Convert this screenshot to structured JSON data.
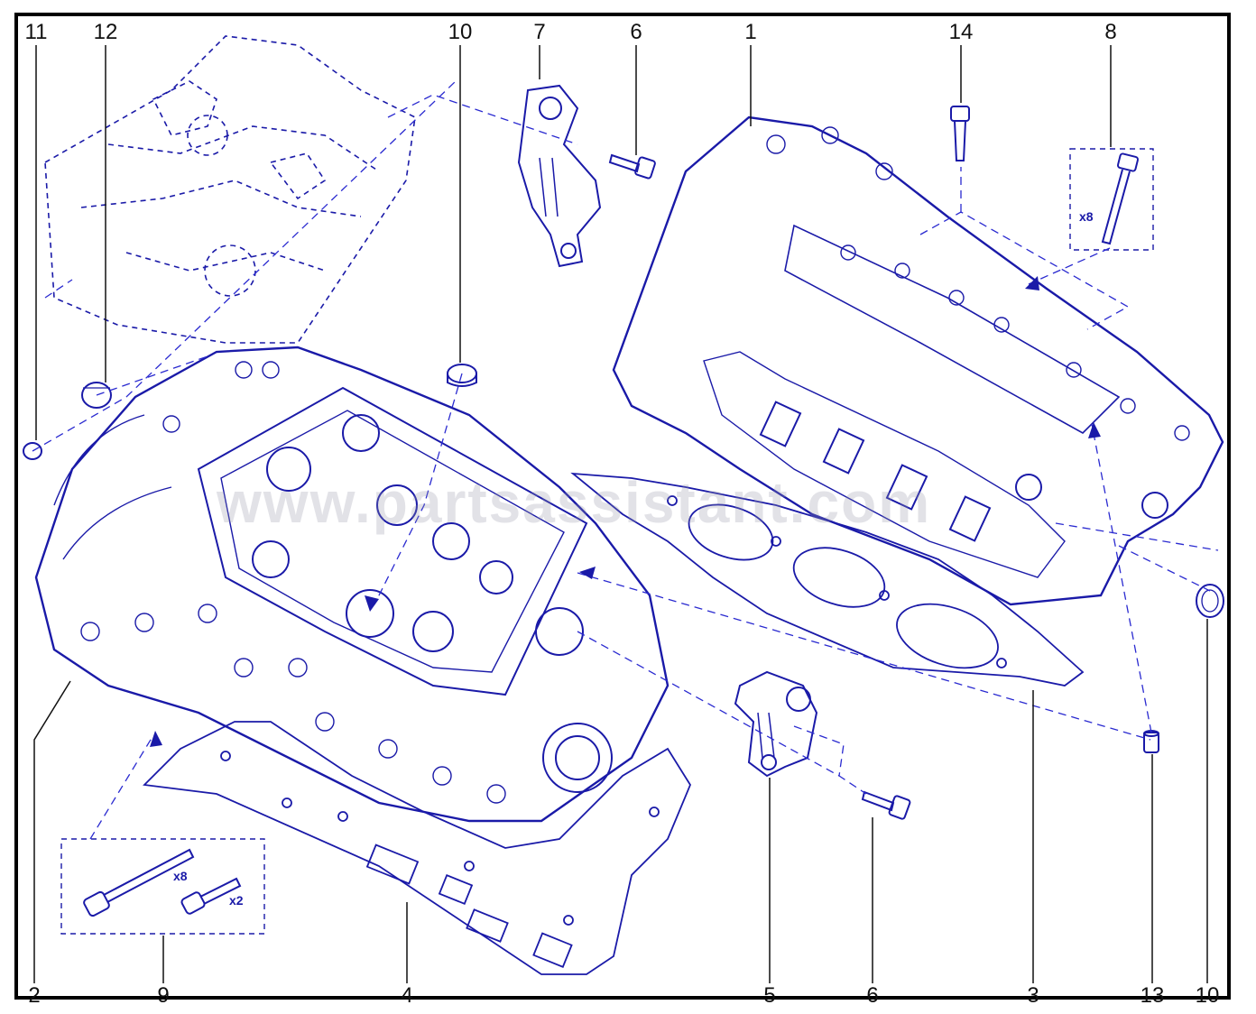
{
  "diagram": {
    "callouts": {
      "c11_top": "11",
      "c12_top": "12",
      "c10_top": "10",
      "c7_top": "7",
      "c6_top": "6",
      "c1_top": "1",
      "c14_top": "14",
      "c8_top": "8",
      "c2_bottom": "2",
      "c9_bottom": "9",
      "c4_bottom": "4",
      "c5_bottom": "5",
      "c6_bottom": "6",
      "c3_bottom": "3",
      "c13_bottom": "13",
      "c10_bottom": "10"
    },
    "quantities": {
      "bolts_8_qty": "x8",
      "bolts_9_long_qty": "x8",
      "bolts_9_short_qty": "x2"
    },
    "watermark": "www.partsassistant.com"
  },
  "colors": {
    "line": "#1a1aa8",
    "dash": "#2a2ad0",
    "frame": "#000000",
    "label": "#111111"
  }
}
